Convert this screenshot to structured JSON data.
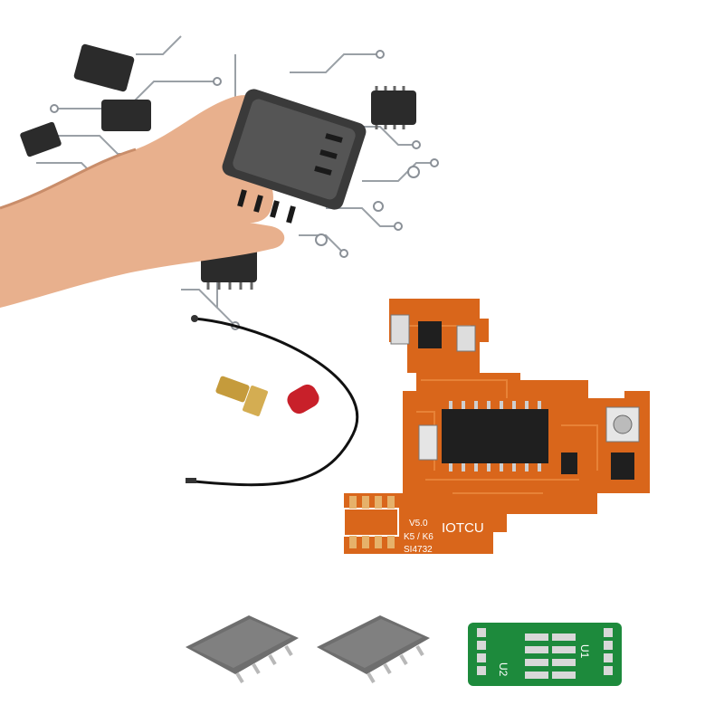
{
  "pcb_labels": {
    "version": "V5.0",
    "model": "K5 / K6",
    "chip": "SI4732",
    "brand": "IOTCU"
  },
  "small_board_label": {
    "left": "U2",
    "right": "U1"
  },
  "colors": {
    "pcb_orange": "#d9661b",
    "pcb_green": "#1d8a3c",
    "chip_black": "#222222",
    "background": "#ffffff"
  }
}
